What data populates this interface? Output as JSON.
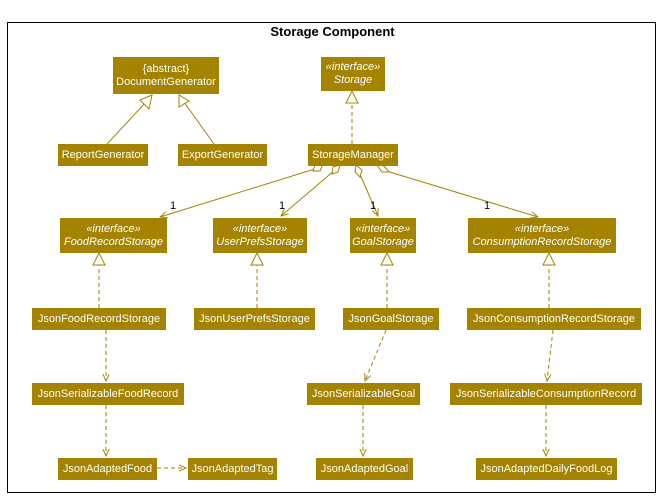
{
  "diagram": {
    "title": "Storage Component",
    "stereotype_interface": "«interface»",
    "abstract_label": "{abstract}",
    "multiplicity": "1",
    "colors": {
      "box_fill": "#A38300",
      "box_text": "#ffffff",
      "line": "#A38300",
      "border": "#000000"
    }
  },
  "nodes": {
    "document_generator": "DocumentGenerator",
    "storage": "Storage",
    "report_generator": "ReportGenerator",
    "export_generator": "ExportGenerator",
    "storage_manager": "StorageManager",
    "food_record_storage": "FoodRecordStorage",
    "user_prefs_storage": "UserPrefsStorage",
    "goal_storage": "GoalStorage",
    "consumption_record_storage": "ConsumptionRecordStorage",
    "json_food_record_storage": "JsonFoodRecordStorage",
    "json_user_prefs_storage": "JsonUserPrefsStorage",
    "json_goal_storage": "JsonGoalStorage",
    "json_consumption_record_storage": "JsonConsumptionRecordStorage",
    "json_serializable_food_record": "JsonSerializableFoodRecord",
    "json_serializable_goal": "JsonSerializableGoal",
    "json_serializable_consumption_record": "JsonSerializableConsumptionRecord",
    "json_adapted_food": "JsonAdaptedFood",
    "json_adapted_tag": "JsonAdaptedTag",
    "json_adapted_goal": "JsonAdaptedGoal",
    "json_adapted_daily_food_log": "JsonAdaptedDailyFoodLog"
  }
}
